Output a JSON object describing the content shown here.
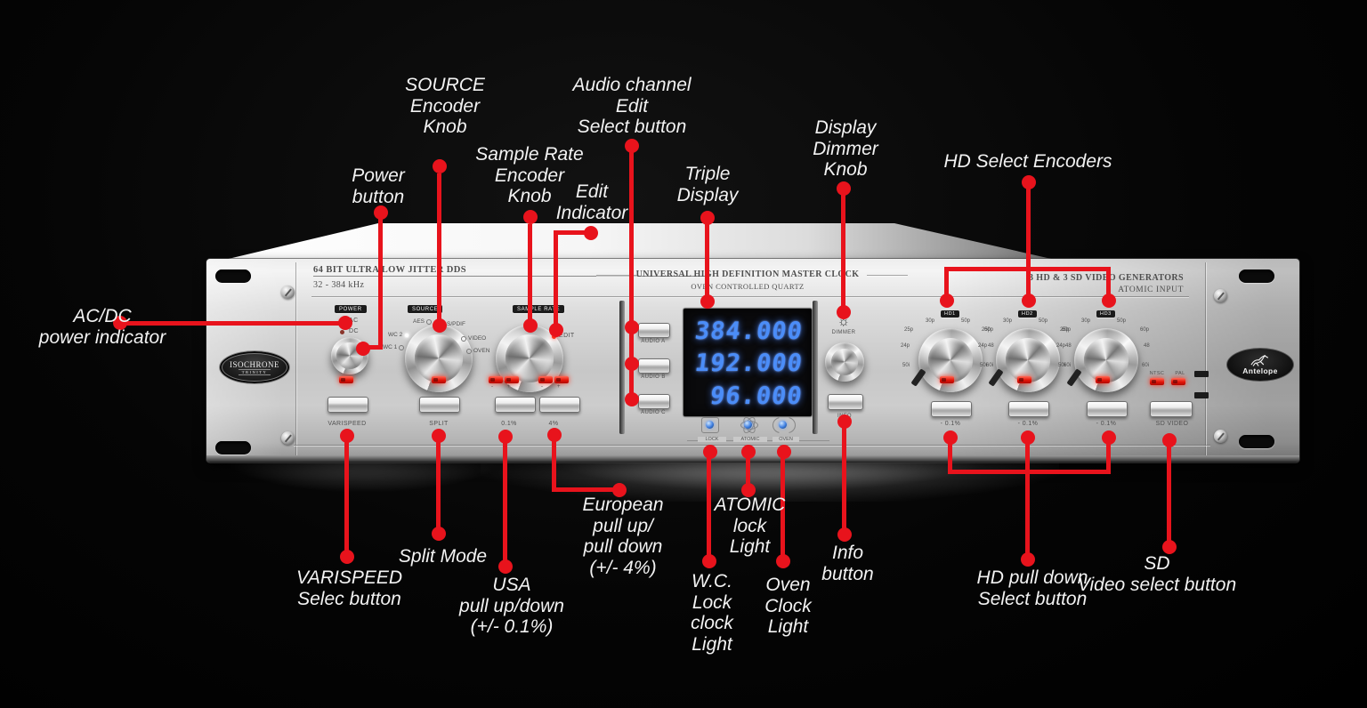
{
  "callouts": {
    "ac_dc": "AC/DC\npower indicator",
    "power": "Power\nbutton",
    "source": "SOURCE\nEncoder\nKnob",
    "sample_rate": "Sample Rate\nEncoder\nKnob",
    "edit": "Edit\nIndicator",
    "audio_channel": "Audio channel\nEdit\nSelect button",
    "triple_display": "Triple\nDisplay",
    "dimmer": "Display\nDimmer\nKnob",
    "hd_select": "HD Select Encoders",
    "varispeed": "VARISPEED\nSelec button",
    "split": "Split Mode",
    "usa": "USA\npull up/down\n(+/- 0.1%)",
    "european": "European\npull up/\npull down\n(+/- 4%)",
    "atomic": "ATOMIC\nlock\nLight",
    "wc_lock": "W.C.\nLock\nclock\nLight",
    "oven": "Oven\nClock\nLight",
    "info": "Info\nbutton",
    "hd_pulldown": "HD pull down\nSelect button",
    "sd_video": "SD\nVideo select button"
  },
  "panel": {
    "left_title": "64 BIT ULTRA LOW JITTER DDS",
    "left_subtitle": "32 - 384 kHz",
    "center_title": "UNIVERSAL HIGH DEFINITION MASTER CLOCK",
    "center_subtitle": "OVEN CONTROLLED QUARTZ",
    "right_title": "3 HD & 3 SD VIDEO GENERATORS",
    "right_subtitle": "ATOMIC INPUT",
    "badge_top": "ISOCHRONE",
    "badge_bottom": "TRINITY",
    "brand": "Antelope",
    "power_label": "POWER",
    "ac": "AC",
    "dc": "DC",
    "source_label": "SOURCE",
    "source_options": [
      "AES",
      "S/PDIF",
      "WC 2",
      "VIDEO",
      "WC 1",
      "OVEN"
    ],
    "sample_rate_label": "SAMPLE RATE",
    "edit_label": "EDIT",
    "varispeed_label": "VARISPEED",
    "split_label": "SPLIT",
    "pct01_label": "0.1%",
    "pct4_label": "4%",
    "minus": "-",
    "plus": "+",
    "audio_buttons": [
      "AUDIO A",
      "AUDIO B",
      "AUDIO C"
    ],
    "display_values": [
      "384.000",
      "192.000",
      "96.000"
    ],
    "dimmer_label": "DIMMER",
    "info_label": "INFO",
    "status_lights": [
      "LOCK",
      "ATOMIC",
      "OVEN"
    ],
    "hd_tags": [
      "HD1",
      "HD2",
      "HD3"
    ],
    "hd_rates": [
      "30p",
      "50p",
      "25p",
      "60p",
      "24p",
      "48",
      "50i",
      "60i"
    ],
    "hd_pull_label": "- 0.1%",
    "ntsc": "NTSC",
    "pal": "PAL",
    "sd_video_label": "SD VIDEO"
  },
  "icons": {
    "dimmer_sun": "☼"
  },
  "colors": {
    "annotation_red": "#e8131c",
    "display_blue": "#4b8df8",
    "led_red": "#ff2d1a",
    "panel_silver": "#c9c9c9"
  }
}
